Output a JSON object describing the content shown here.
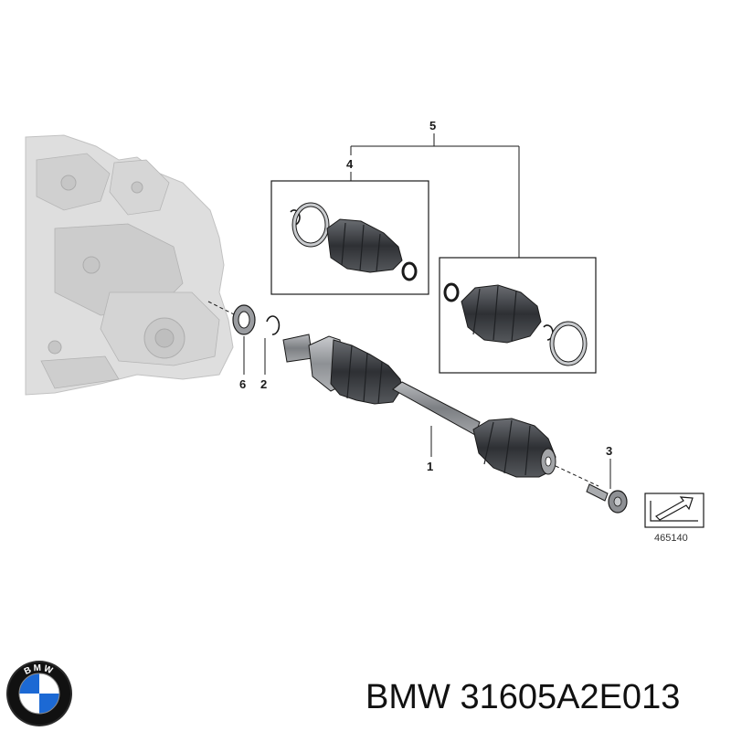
{
  "diagram": {
    "callouts": {
      "shaft": "1",
      "circlip": "2",
      "bolt": "3",
      "repair_kit_inner": "4",
      "repair_kit_set": "5",
      "seal": "6"
    },
    "reference_number": "465140"
  },
  "footer": {
    "brand": "BMW",
    "part_number": "31605A2E013",
    "logo_letters": "BMW"
  },
  "colors": {
    "line": "#1a1a1a",
    "transmission_gray": "#d9d9d9",
    "boot_dark": "#3b3d40",
    "shaft_gray": "#8e9094",
    "logo_blue": "#1c69d4",
    "logo_ring": "#111111"
  }
}
